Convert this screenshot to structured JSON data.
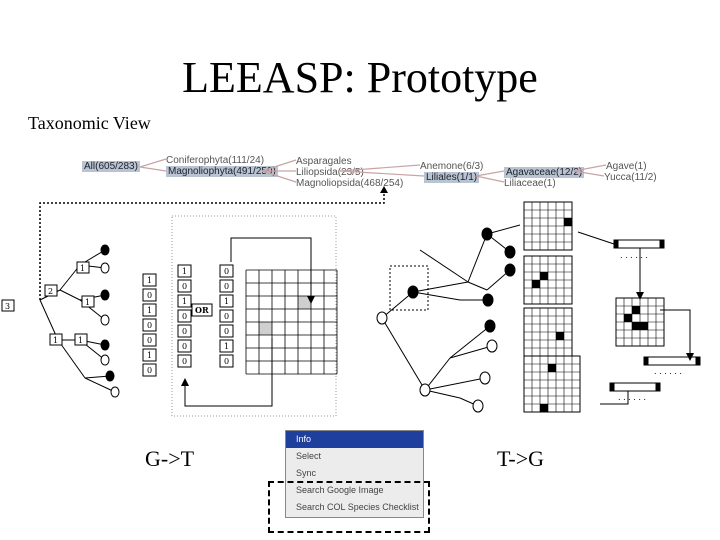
{
  "title": "LEEASP: Prototype",
  "subtitle": "Taxonomic View",
  "taxonomy": {
    "nodes": [
      "All(605/283)",
      "Coniferophyta(111/24)",
      "Magnoliophyta(491/259)",
      "Magnoliopsida(468/254)",
      "Asparagales",
      "Liliopsida(23/5)",
      "Anemone(6/3)",
      "Liliales(1/1)",
      "Liliaceae(1)",
      "Agavaceae(12/2)",
      "Agave(1)",
      "Yucca(11/2)"
    ]
  },
  "g2t": {
    "label": "G->T",
    "tree_numbers": [
      "3",
      "2",
      "1",
      "1",
      "1",
      "1"
    ],
    "col1": [
      "1",
      "0",
      "1",
      "0",
      "0",
      "1",
      "0"
    ],
    "col2": [
      "1",
      "0",
      "1",
      "0",
      "0",
      "0",
      "0"
    ],
    "col3": [
      "0",
      "0",
      "1",
      "0",
      "0",
      "1",
      "0"
    ],
    "or_label": "OR"
  },
  "t2g": {
    "label": "T->G",
    "dots": ". . . . . ."
  },
  "context_menu": {
    "items": [
      "Info",
      "Select",
      "Sync",
      "Search Google Image",
      "Search COL Species Checklist"
    ],
    "selected": 0
  }
}
